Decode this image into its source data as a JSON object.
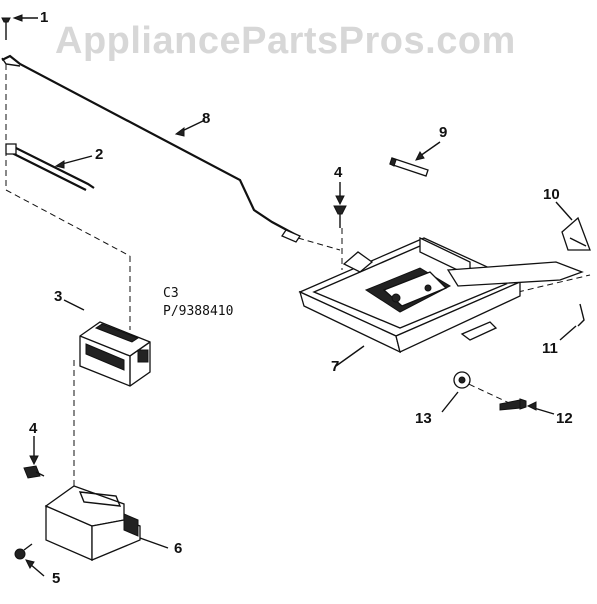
{
  "diagram": {
    "watermark": "AppliancePartsPros.com",
    "model_line1": "C3",
    "model_line2": "P/9388410",
    "callouts": [
      {
        "id": "1",
        "label": "1"
      },
      {
        "id": "2",
        "label": "2"
      },
      {
        "id": "3",
        "label": "3"
      },
      {
        "id": "4a",
        "label": "4"
      },
      {
        "id": "4b",
        "label": "4"
      },
      {
        "id": "5",
        "label": "5"
      },
      {
        "id": "6",
        "label": "6"
      },
      {
        "id": "7",
        "label": "7"
      },
      {
        "id": "8",
        "label": "8"
      },
      {
        "id": "9",
        "label": "9"
      },
      {
        "id": "10",
        "label": "10"
      },
      {
        "id": "11",
        "label": "11"
      },
      {
        "id": "12",
        "label": "12"
      },
      {
        "id": "13",
        "label": "13"
      }
    ]
  }
}
